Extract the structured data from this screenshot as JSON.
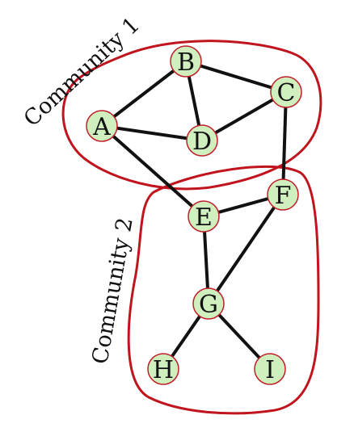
{
  "colors": {
    "node_fill": "#cfefbf",
    "node_stroke": "#c21e2a",
    "edge": "#111111",
    "community_stroke": "#c0141e"
  },
  "communities": [
    {
      "id": "c1",
      "label": "Community 1",
      "members": [
        "A",
        "B",
        "C",
        "D"
      ]
    },
    {
      "id": "c2",
      "label": "Community 2",
      "members": [
        "E",
        "F",
        "G",
        "H",
        "I"
      ]
    }
  ],
  "nodes": [
    {
      "id": "A",
      "label": "A"
    },
    {
      "id": "B",
      "label": "B"
    },
    {
      "id": "C",
      "label": "C"
    },
    {
      "id": "D",
      "label": "D"
    },
    {
      "id": "E",
      "label": "E"
    },
    {
      "id": "F",
      "label": "F"
    },
    {
      "id": "G",
      "label": "G"
    },
    {
      "id": "H",
      "label": "H"
    },
    {
      "id": "I",
      "label": "I"
    }
  ],
  "edges": [
    [
      "A",
      "B"
    ],
    [
      "A",
      "D"
    ],
    [
      "B",
      "D"
    ],
    [
      "B",
      "C"
    ],
    [
      "C",
      "D"
    ],
    [
      "C",
      "F"
    ],
    [
      "A",
      "E"
    ],
    [
      "E",
      "F"
    ],
    [
      "E",
      "G"
    ],
    [
      "F",
      "G"
    ],
    [
      "G",
      "H"
    ],
    [
      "G",
      "I"
    ]
  ]
}
